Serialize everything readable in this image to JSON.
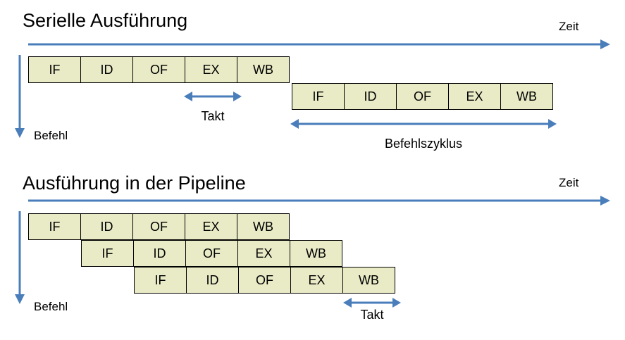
{
  "colors": {
    "cell_fill": "#e9ebc6",
    "cell_border": "#000000",
    "arrow_blue": "#4a7ebb",
    "text": "#000000",
    "background": "#ffffff"
  },
  "serial": {
    "title": "Serielle Ausführung",
    "time_axis_label": "Zeit",
    "instruction_axis_label": "Befehl",
    "clock_caption": "Takt",
    "cycle_caption": "Befehlszyklus",
    "rows": [
      {
        "offset": 0,
        "stages": [
          "IF",
          "ID",
          "OF",
          "EX",
          "WB"
        ]
      },
      {
        "offset": 5,
        "stages": [
          "IF",
          "ID",
          "OF",
          "EX",
          "WB"
        ]
      }
    ]
  },
  "pipeline": {
    "title": "Ausführung in der Pipeline",
    "time_axis_label": "Zeit",
    "instruction_axis_label": "Befehl",
    "clock_caption": "Takt",
    "rows": [
      {
        "offset": 0,
        "stages": [
          "IF",
          "ID",
          "OF",
          "EX",
          "WB"
        ]
      },
      {
        "offset": 1,
        "stages": [
          "IF",
          "ID",
          "OF",
          "EX",
          "WB"
        ]
      },
      {
        "offset": 2,
        "stages": [
          "IF",
          "ID",
          "OF",
          "EX",
          "WB"
        ]
      }
    ]
  }
}
